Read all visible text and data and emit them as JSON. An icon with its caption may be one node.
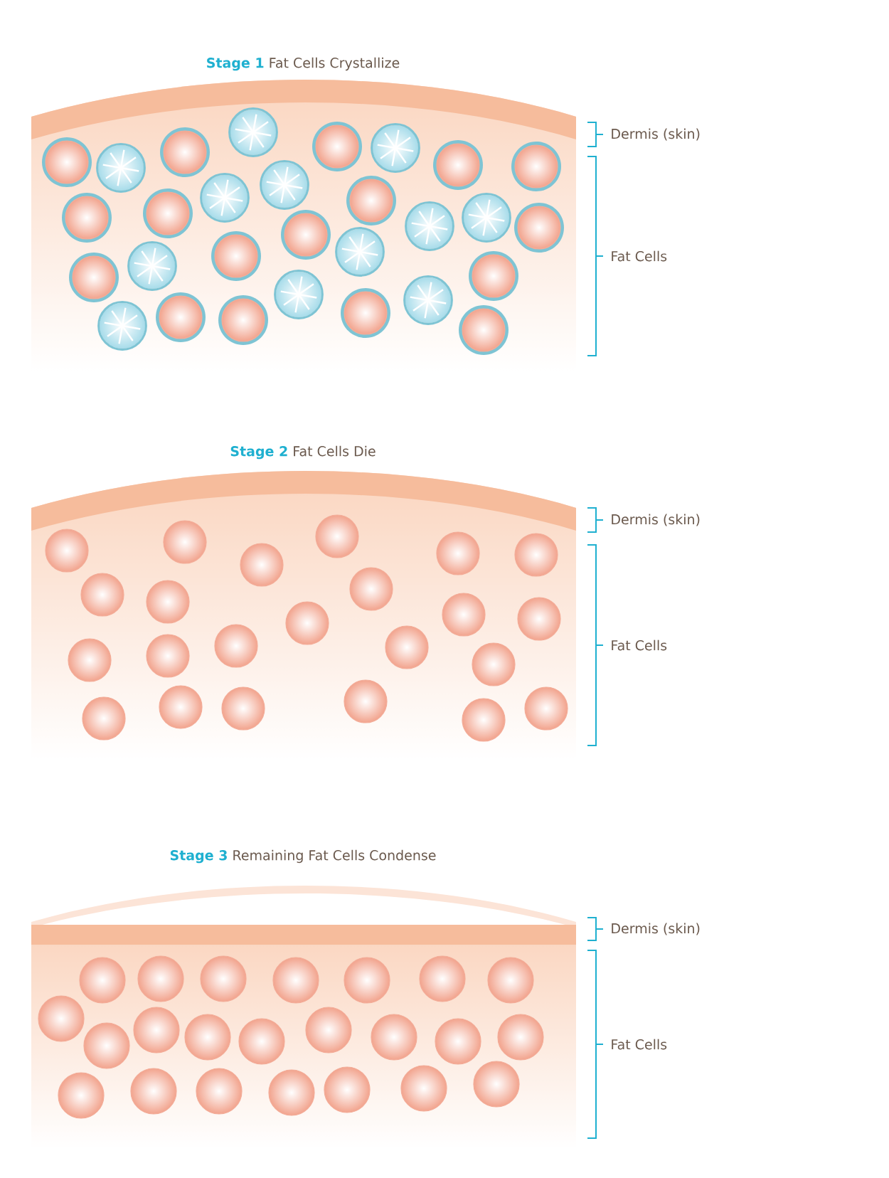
{
  "diagram": {
    "labels": [
      "Stage 1",
      "Fat Cells Crystallize",
      "Dermis (skin)",
      "Fat Cells",
      "Stage 2",
      "Fat Cells Die",
      "Dermis (skin)",
      "Fat Cells",
      "Stage 3",
      "Remaining Fat Cells Condense",
      "Dermis (skin)",
      "Fat Cells"
    ]
  }
}
